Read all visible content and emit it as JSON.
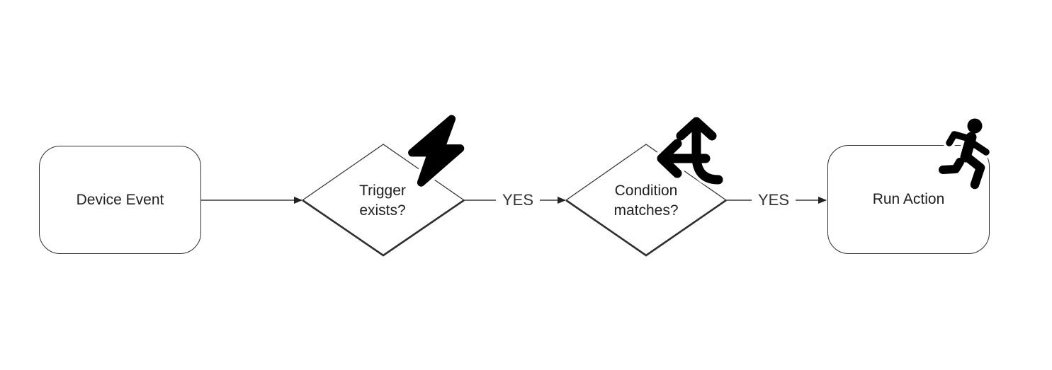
{
  "diagram": {
    "type": "flowchart",
    "background": "#ffffff",
    "ink_color": "#1f1f1f",
    "line_color": "#3a3a3a",
    "nodes": [
      {
        "id": "device-event",
        "shape": "rounded-rectangle",
        "label": "Device Event"
      },
      {
        "id": "trigger-exists",
        "shape": "diamond",
        "label": "Trigger exists?",
        "label_lines": [
          "Trigger",
          "exists?"
        ],
        "icon": "lightning-bolt-icon"
      },
      {
        "id": "condition-matches",
        "shape": "diamond",
        "label": "Condition matches?",
        "label_lines": [
          "Condition",
          "matches?"
        ],
        "icon": "split-directions-icon"
      },
      {
        "id": "run-action",
        "shape": "rounded-rectangle",
        "label": "Run Action",
        "icon": "person-running-icon"
      }
    ],
    "edges": [
      {
        "from": "device-event",
        "to": "trigger-exists",
        "label": ""
      },
      {
        "from": "trigger-exists",
        "to": "condition-matches",
        "label": "YES"
      },
      {
        "from": "condition-matches",
        "to": "run-action",
        "label": "YES"
      }
    ]
  }
}
